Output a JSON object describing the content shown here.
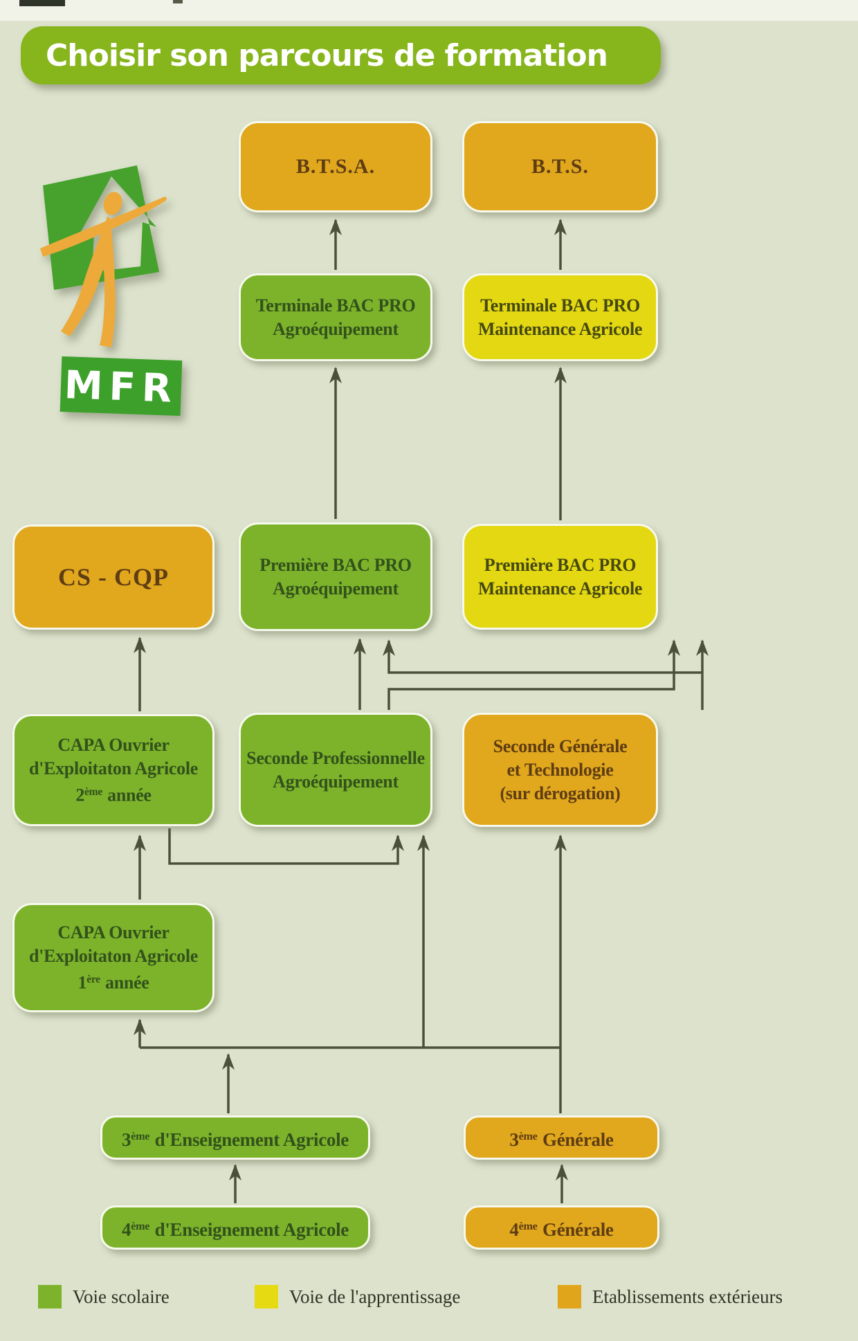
{
  "page": {
    "background": "#dce2cc"
  },
  "title": {
    "text": "Choisir son parcours de formation"
  },
  "logo": {
    "acronym": "MFR"
  },
  "nodes": {
    "btsa": {
      "lines": [
        "B.T.S.A."
      ],
      "category": "etablissements_exterieurs"
    },
    "bts": {
      "lines": [
        "B.T.S."
      ],
      "category": "etablissements_exterieurs"
    },
    "terminale_agro": {
      "lines": [
        "Terminale BAC PRO",
        "Agroéquipement"
      ],
      "category": "voie_scolaire"
    },
    "terminale_maintenance": {
      "lines": [
        "Terminale BAC PRO",
        "Maintenance Agricole"
      ],
      "category": "voie_apprentissage"
    },
    "cs_cqp": {
      "lines": [
        "CS - CQP"
      ],
      "category": "etablissements_exterieurs"
    },
    "premiere_agro": {
      "lines": [
        "Première BAC PRO",
        "Agroéquipement"
      ],
      "category": "voie_scolaire"
    },
    "premiere_maintenance": {
      "lines": [
        "Première BAC PRO",
        "Maintenance Agricole"
      ],
      "category": "voie_apprentissage"
    },
    "capa_2": {
      "lines": [
        "CAPA Ouvrier",
        "d'Exploitaton Agricole"
      ],
      "year_num": "2",
      "year_sup": "ème",
      "year_tail": " année",
      "category": "voie_scolaire"
    },
    "seconde_pro": {
      "lines": [
        "Seconde Professionnelle",
        "Agroéquipement"
      ],
      "category": "voie_scolaire"
    },
    "seconde_generale": {
      "lines": [
        "Seconde Générale",
        "et Technologie",
        "(sur dérogation)"
      ],
      "category": "etablissements_exterieurs"
    },
    "capa_1": {
      "lines": [
        "CAPA Ouvrier",
        "d'Exploitaton Agricole"
      ],
      "year_num": "1",
      "year_sup": "ère",
      "year_tail": " année",
      "category": "voie_scolaire"
    },
    "troisieme_agricole": {
      "num": "3",
      "sup": "ème",
      "tail": " d'Enseignement Agricole",
      "category": "voie_scolaire"
    },
    "troisieme_generale": {
      "num": "3",
      "sup": "ème",
      "tail": " Générale",
      "category": "etablissements_exterieurs"
    },
    "quatrieme_agricole": {
      "num": "4",
      "sup": "ème",
      "tail": " d'Enseignement Agricole",
      "category": "voie_scolaire"
    },
    "quatrieme_generale": {
      "num": "4",
      "sup": "ème",
      "tail": " Générale",
      "category": "etablissements_exterieurs"
    }
  },
  "edges": [
    {
      "from": "terminale_agro",
      "to": "btsa"
    },
    {
      "from": "terminale_maintenance",
      "to": "bts"
    },
    {
      "from": "premiere_agro",
      "to": "terminale_agro"
    },
    {
      "from": "premiere_maintenance",
      "to": "terminale_maintenance"
    },
    {
      "from": "capa_2",
      "to": "cs_cqp"
    },
    {
      "from": "seconde_pro",
      "to": "premiere_agro"
    },
    {
      "from": "seconde_pro",
      "to": "premiere_maintenance"
    },
    {
      "from": "seconde_generale",
      "to": "premiere_maintenance"
    },
    {
      "from": "seconde_generale",
      "to": "premiere_agro"
    },
    {
      "from": "capa_1",
      "to": "capa_2"
    },
    {
      "from": "capa_2",
      "to": "seconde_pro"
    },
    {
      "from": "troisieme_agricole",
      "to": "capa_1"
    },
    {
      "from": "troisieme_agricole",
      "to": "seconde_pro"
    },
    {
      "from": "troisieme_agricole",
      "to": "seconde_generale"
    },
    {
      "from": "troisieme_generale",
      "to": "seconde_generale"
    },
    {
      "from": "quatrieme_agricole",
      "to": "troisieme_agricole"
    },
    {
      "from": "quatrieme_generale",
      "to": "troisieme_generale"
    }
  ],
  "legend": {
    "items": [
      {
        "label": "Voie scolaire",
        "color": "#7cb32b"
      },
      {
        "label": "Voie de l'apprentissage",
        "color": "#e6db12"
      },
      {
        "label": "Etablissements extérieurs",
        "color": "#e1a51c"
      }
    ]
  },
  "colors": {
    "voie_scolaire": "#7cb32b",
    "voie_apprentissage": "#e4d813",
    "etablissements_exterieurs": "#e1a71d",
    "arrow": "#4a5138",
    "banner": "#87b51c"
  }
}
